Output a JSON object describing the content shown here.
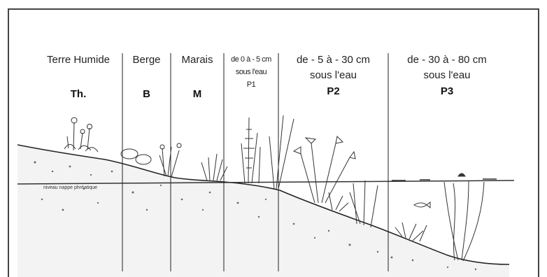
{
  "zones": [
    {
      "label": "Terre Humide",
      "code": "Th."
    },
    {
      "label": "Berge",
      "code": "B"
    },
    {
      "label": "Marais",
      "code": "M"
    },
    {
      "label_line1": "de 0 à - 5 cm",
      "label_line2": "sous l'eau",
      "code": "P1"
    },
    {
      "label_line1": "de - 5 à - 30 cm",
      "label_line2": "sous l'eau",
      "code": "P2"
    },
    {
      "label_line1": "de - 30 à - 80 cm",
      "label_line2": "sous l'eau",
      "code": "P3"
    }
  ],
  "water_table_label": "niveau nappe phréatique",
  "colors": {
    "line": "#222222",
    "soil_dots": "#555555",
    "water_line": "#333333",
    "frame": "#444444"
  }
}
